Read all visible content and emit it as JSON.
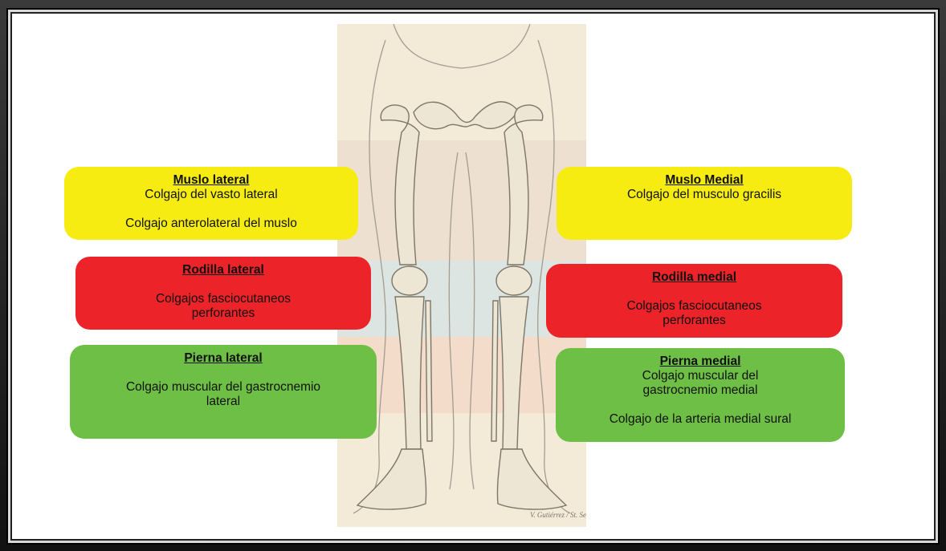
{
  "colors": {
    "yellow": "#f6ec12",
    "red": "#ec2328",
    "green": "#6ebf45",
    "illustration_bg": "#f3ead8"
  },
  "illustration": {
    "icon": "leg-skeleton-illustration",
    "signature": "V. Gutiérrez / St. Sept"
  },
  "boxes": {
    "muslo_lateral": {
      "title": "Muslo lateral",
      "lines": [
        "Colgajo del vasto lateral",
        "Colgajo anterolateral del muslo"
      ]
    },
    "muslo_medial": {
      "title": "Muslo Medial",
      "lines": [
        "Colgajo del musculo gracilis"
      ]
    },
    "rodilla_lateral": {
      "title": "Rodilla lateral",
      "lines": [
        "Colgajos fasciocutaneos",
        "perforantes"
      ]
    },
    "rodilla_medial": {
      "title": "Rodilla medial",
      "lines": [
        "Colgajos fasciocutaneos",
        "perforantes"
      ]
    },
    "pierna_lateral": {
      "title": "Pierna lateral",
      "lines": [
        "Colgajo muscular del gastrocnemio",
        "lateral"
      ]
    },
    "pierna_medial": {
      "title": "Pierna medial",
      "lines": [
        "Colgajo muscular del",
        "gastrocnemio medial",
        "Colgajo de la arteria medial sural"
      ]
    }
  }
}
